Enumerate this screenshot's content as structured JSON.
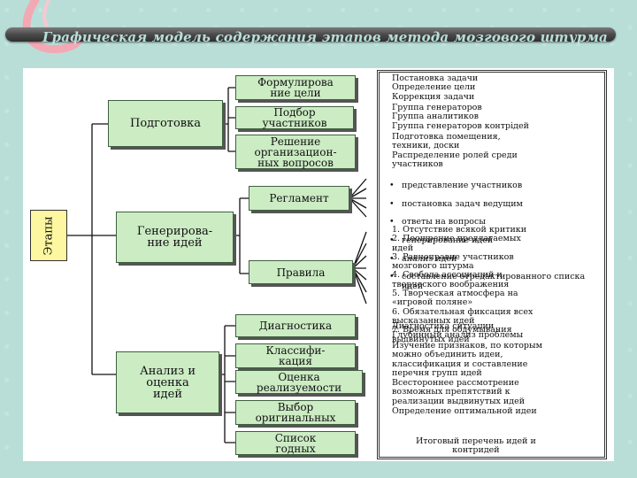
{
  "slide": {
    "title": "Графическая модель содержания этапов метода мозгового штурма"
  },
  "colors": {
    "background": "#b9ded8",
    "node_fill": "#ccecc4",
    "root_fill": "#fcf7a0",
    "title_bar": "#3f3f3f"
  },
  "diagram": {
    "root": "Этапы",
    "stages": {
      "prep": "Подготовка",
      "gen": "Генерирова-\nние идей",
      "analysis": "Анализ и\nоценка\nидей"
    },
    "prep_items": {
      "a": "Формулирова\nние цели",
      "b": "Подбор\nучастников",
      "c": "Решение\nорганизацион-\nных вопросов"
    },
    "gen_items": {
      "a": "Регламент",
      "b": "Правила"
    },
    "analysis_items": {
      "a": "Диагностика",
      "b": "Классифи-\nкация",
      "c": "Оценка\nреализуемости",
      "d": "Выбор\nоригинальных",
      "e": "Список\nгодных"
    }
  },
  "descriptions": {
    "prep_a": "Постановка задачи\nОпределение цели\nКоррекция задачи",
    "prep_b": "Группа генераторов\nГруппа аналитиков\nГруппа генераторов контрідей",
    "prep_c": "Подготовка помещения,\nтехники, доски\nРаспределение ролей среди\nучастников",
    "reglament": [
      "представление участников",
      "постановка задач ведущим",
      "ответы на вопросы",
      "генерирование идей",
      "анализ идей",
      "составление отредактированного списка идей"
    ],
    "rules": "1. Отсутствие всякой критики\n2. Поощрение предлагаемых\nидей\n3. Равноправие участников\nмозгового штурма\n4. Свобода ассоциаций и\nтворческого воображения\n5. Творческая атмосфера на\n«игровой поляне»\n6. Обязательная фиксация всех\nвысказанных идей\n7. Время для обдумывания\nвыдвинутых идей",
    "diag": "Диагностика ситуации\nГлубинный анализ проблемы",
    "classif": "Изучение признаков, по которым\nможно объединить идеи,\nклассификация и составление\nперечня групп идей",
    "feasib": "Всестороннее рассмотрение\nвозможных препятствий к\nреализации выдвинутых идей",
    "orig": "Определение оптимальной идеи",
    "final": "Итоговый перечень идей и\nконтридей"
  }
}
